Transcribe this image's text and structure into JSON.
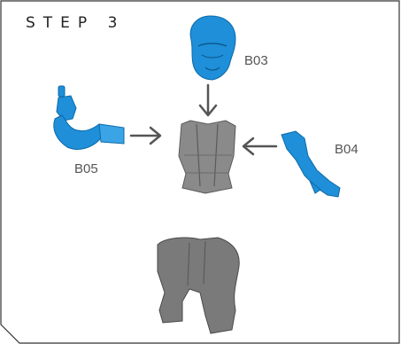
{
  "step": {
    "title": "STEP 3"
  },
  "parts": {
    "head": {
      "code": "B03",
      "color": "#1e8fd8"
    },
    "right_arm": {
      "code": "B04",
      "color": "#1e8fd8"
    },
    "left_arm": {
      "code": "B05",
      "color": "#1e8fd8"
    },
    "torso": {
      "color": "#8a8a8a"
    },
    "legs": {
      "color": "#7a7a7a"
    }
  },
  "colors": {
    "frame": "#333333",
    "arrow": "#555555",
    "part_blue": "#1e8fd8",
    "part_gray": "#8a8a8a"
  }
}
